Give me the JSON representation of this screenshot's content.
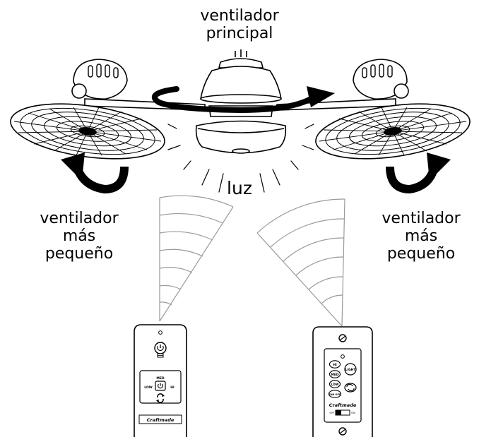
{
  "labels": {
    "main_fan": [
      "ventilador",
      "principal"
    ],
    "light": "luz",
    "small_fan_left": [
      "ventilador",
      "más",
      "pequeño"
    ],
    "small_fan_right": [
      "ventilador",
      "más",
      "pequeño"
    ]
  },
  "remote_handheld": {
    "mode_label": "MED",
    "low_label": "LOW",
    "high_label": "HI",
    "brand": "Craftmade"
  },
  "remote_wall": {
    "buttons": [
      "HI",
      "MED",
      "LOW",
      "FAN OFF"
    ],
    "light_button": "LIGHT",
    "brand": "Craftmade",
    "switch_off": "OFF",
    "switch_on": "ON"
  }
}
